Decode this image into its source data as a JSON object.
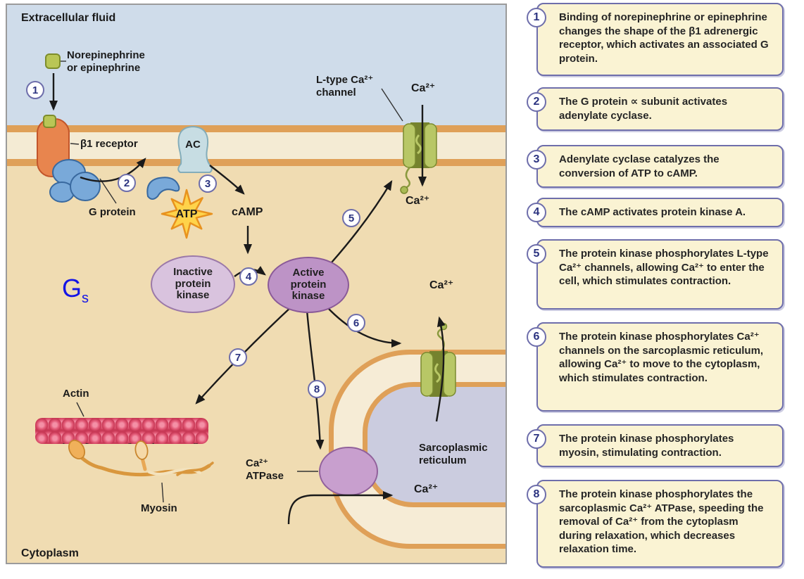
{
  "colors": {
    "extracellular_fluid": "#cfdcea",
    "membrane_orange": "#dfa058",
    "membrane_interior": "#f4ebd4",
    "cytoplasm": "#f0dcb2",
    "sr_lumen": "#cbccdf",
    "step_box_bg": "#faf3d3",
    "step_box_border": "#6e6eab",
    "step_number_color": "#2b3380",
    "gs_label_blue": "#1414e6",
    "receptor_orange": "#e8854e",
    "g_protein_blue": "#79a9d9",
    "kinase_purple": "#bd93c6",
    "channel_green": "#b8c766",
    "atp_star_yellow": "#ffd34a",
    "actin_red": "#c93b58",
    "myosin_tan": "#f0b05a"
  },
  "diagram": {
    "extracellular_label": "Extracellular fluid",
    "cytoplasm_label": "Cytoplasm",
    "ligand_label": "Norepinephrine\nor epinephrine",
    "receptor_label": "β1 receptor",
    "g_protein_label": "G protein",
    "gs_label": {
      "main": "G",
      "sub": "s"
    },
    "ac_label": "AC",
    "atp_label": "ATP",
    "camp_label": "cAMP",
    "inactive_kinase_label": "Inactive\nprotein\nkinase",
    "active_kinase_label": "Active\nprotein\nkinase",
    "ltype_channel_label": "L-type Ca²⁺\nchannel",
    "ca_ion": "Ca²⁺",
    "sr_label": "Sarcoplasmic\nreticulum",
    "ca_atpase_label": "Ca²⁺\nATPase",
    "actin_label": "Actin",
    "myosin_label": "Myosin",
    "step_badges": [
      "1",
      "2",
      "3",
      "4",
      "5",
      "6",
      "7",
      "8"
    ]
  },
  "steps": [
    {
      "number": "1",
      "text": "Binding of norepinephrine or epinephrine changes the shape of the β1 adrenergic receptor, which activates an associated G protein."
    },
    {
      "number": "2",
      "text": "The G protein ∝ subunit activates adenylate cyclase."
    },
    {
      "number": "3",
      "text": "Adenylate cyclase catalyzes the conversion of ATP to cAMP."
    },
    {
      "number": "4",
      "text": "The cAMP activates protein kinase A."
    },
    {
      "number": "5",
      "text": "The protein kinase phosphorylates L-type Ca²⁺ channels, allowing Ca²⁺ to enter the cell, which stimulates contraction."
    },
    {
      "number": "6",
      "text": "The protein kinase phosphorylates Ca²⁺ channels on the sarcoplasmic reticulum, allowing Ca²⁺ to move to the cytoplasm, which stimulates contraction."
    },
    {
      "number": "7",
      "text": "The protein kinase phosphorylates myosin, stimulating contraction."
    },
    {
      "number": "8",
      "text": "The protein kinase phosphorylates the sarcoplasmic Ca²⁺ ATPase, speeding the removal of Ca²⁺ from the cytoplasm during relaxation, which decreases relaxation time."
    }
  ]
}
